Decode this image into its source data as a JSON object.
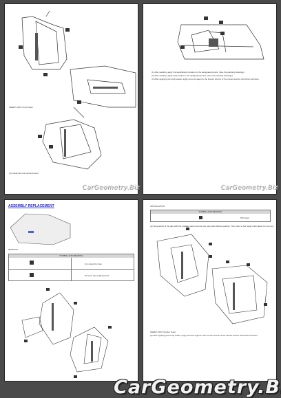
{
  "pages": [
    {
      "footer_step": "SHEET ASSY Front Outer",
      "note": "(b) Install the roof reinforcement.",
      "watermark": "CarGeometry.Biz"
    },
    {
      "notes": [
        "(1) After welding, apply the weatherstrip retainer to the designated points. (See the painting drawings)",
        "(2) After welding, apply body sealer to the designated points. (See the painting drawings)",
        "(3) After applying the body sealer, apply anti-rust agent to the interior portion of the closed section structural members."
      ],
      "watermark": "CarGeometry.Biz"
    },
    {
      "heading": "ASSEMBLY REPLACEMENT",
      "section_label": "REMOVAL",
      "table_header": "SYMBOL AND MEANING",
      "table_rows": [
        {
          "meaning": "Cut along the lines"
        },
        {
          "meaning": "Remove the welded points"
        }
      ]
    },
    {
      "section_label": "INSTALLATION",
      "table_header": "SYMBOL AND MEANING",
      "table_row": "MIG weld",
      "note": "(a) Temporarily fit the part with the installed parts and use the new parts before welding. Then refer to the repair information for the roof.",
      "footer_step": "SHEET ASSY Rocker Outer",
      "footer_note": "(b) After applying the body sealer, apply anti-rust agent to the interior portion of the closed section structural members."
    }
  ],
  "site_watermark": "CarGeometry.Biz"
}
